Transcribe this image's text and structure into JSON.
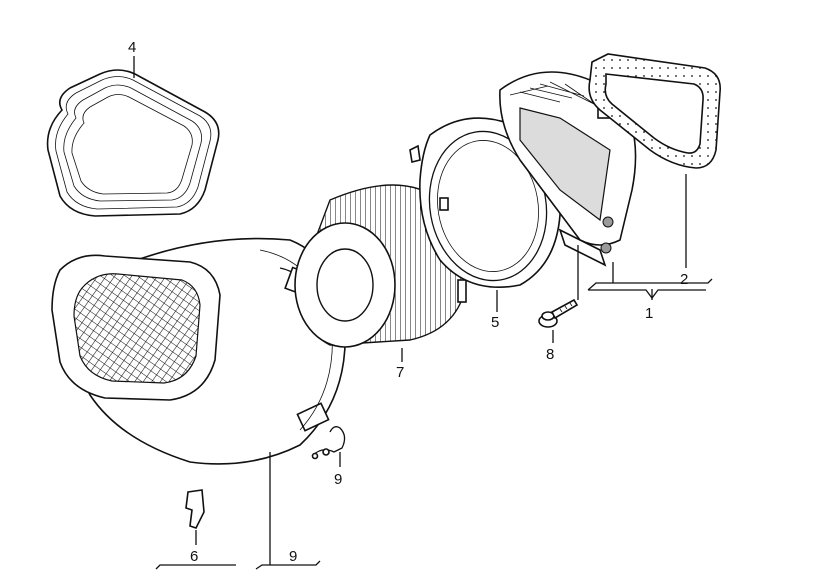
{
  "callouts": {
    "c1": "1",
    "c2": "2",
    "c4": "4",
    "c5": "5",
    "c6": "6",
    "c7": "7",
    "c8": "8",
    "c9a": "9",
    "c9b": "9"
  }
}
